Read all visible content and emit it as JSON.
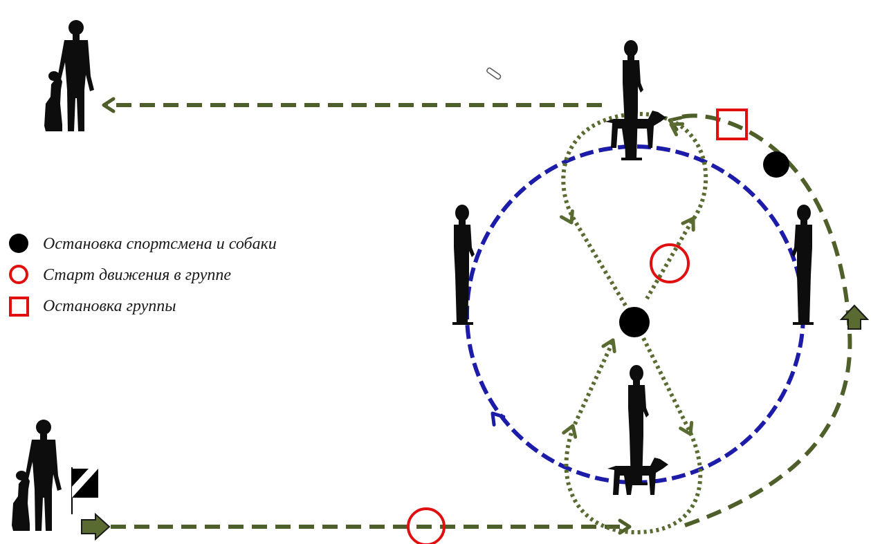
{
  "legend": {
    "stop_athlete_dog": "Остановка спортсмена и собаки",
    "group_start": "Старт движения в группе",
    "group_stop": "Остановка группы"
  },
  "colors": {
    "path_green": "#4f5f2a",
    "path_dotted_green": "#5a6b32",
    "circle_blue": "#1c1ca8",
    "marker_red": "#e01010",
    "marker_black": "#000000",
    "silhouette": "#0d0d0d"
  },
  "icons": {
    "stop_marker": "filled-black-circle",
    "start_marker": "red-ring",
    "group_stop_marker": "red-square",
    "start_flag": "black-white-flag",
    "direction_arrow": "green-block-arrow"
  }
}
